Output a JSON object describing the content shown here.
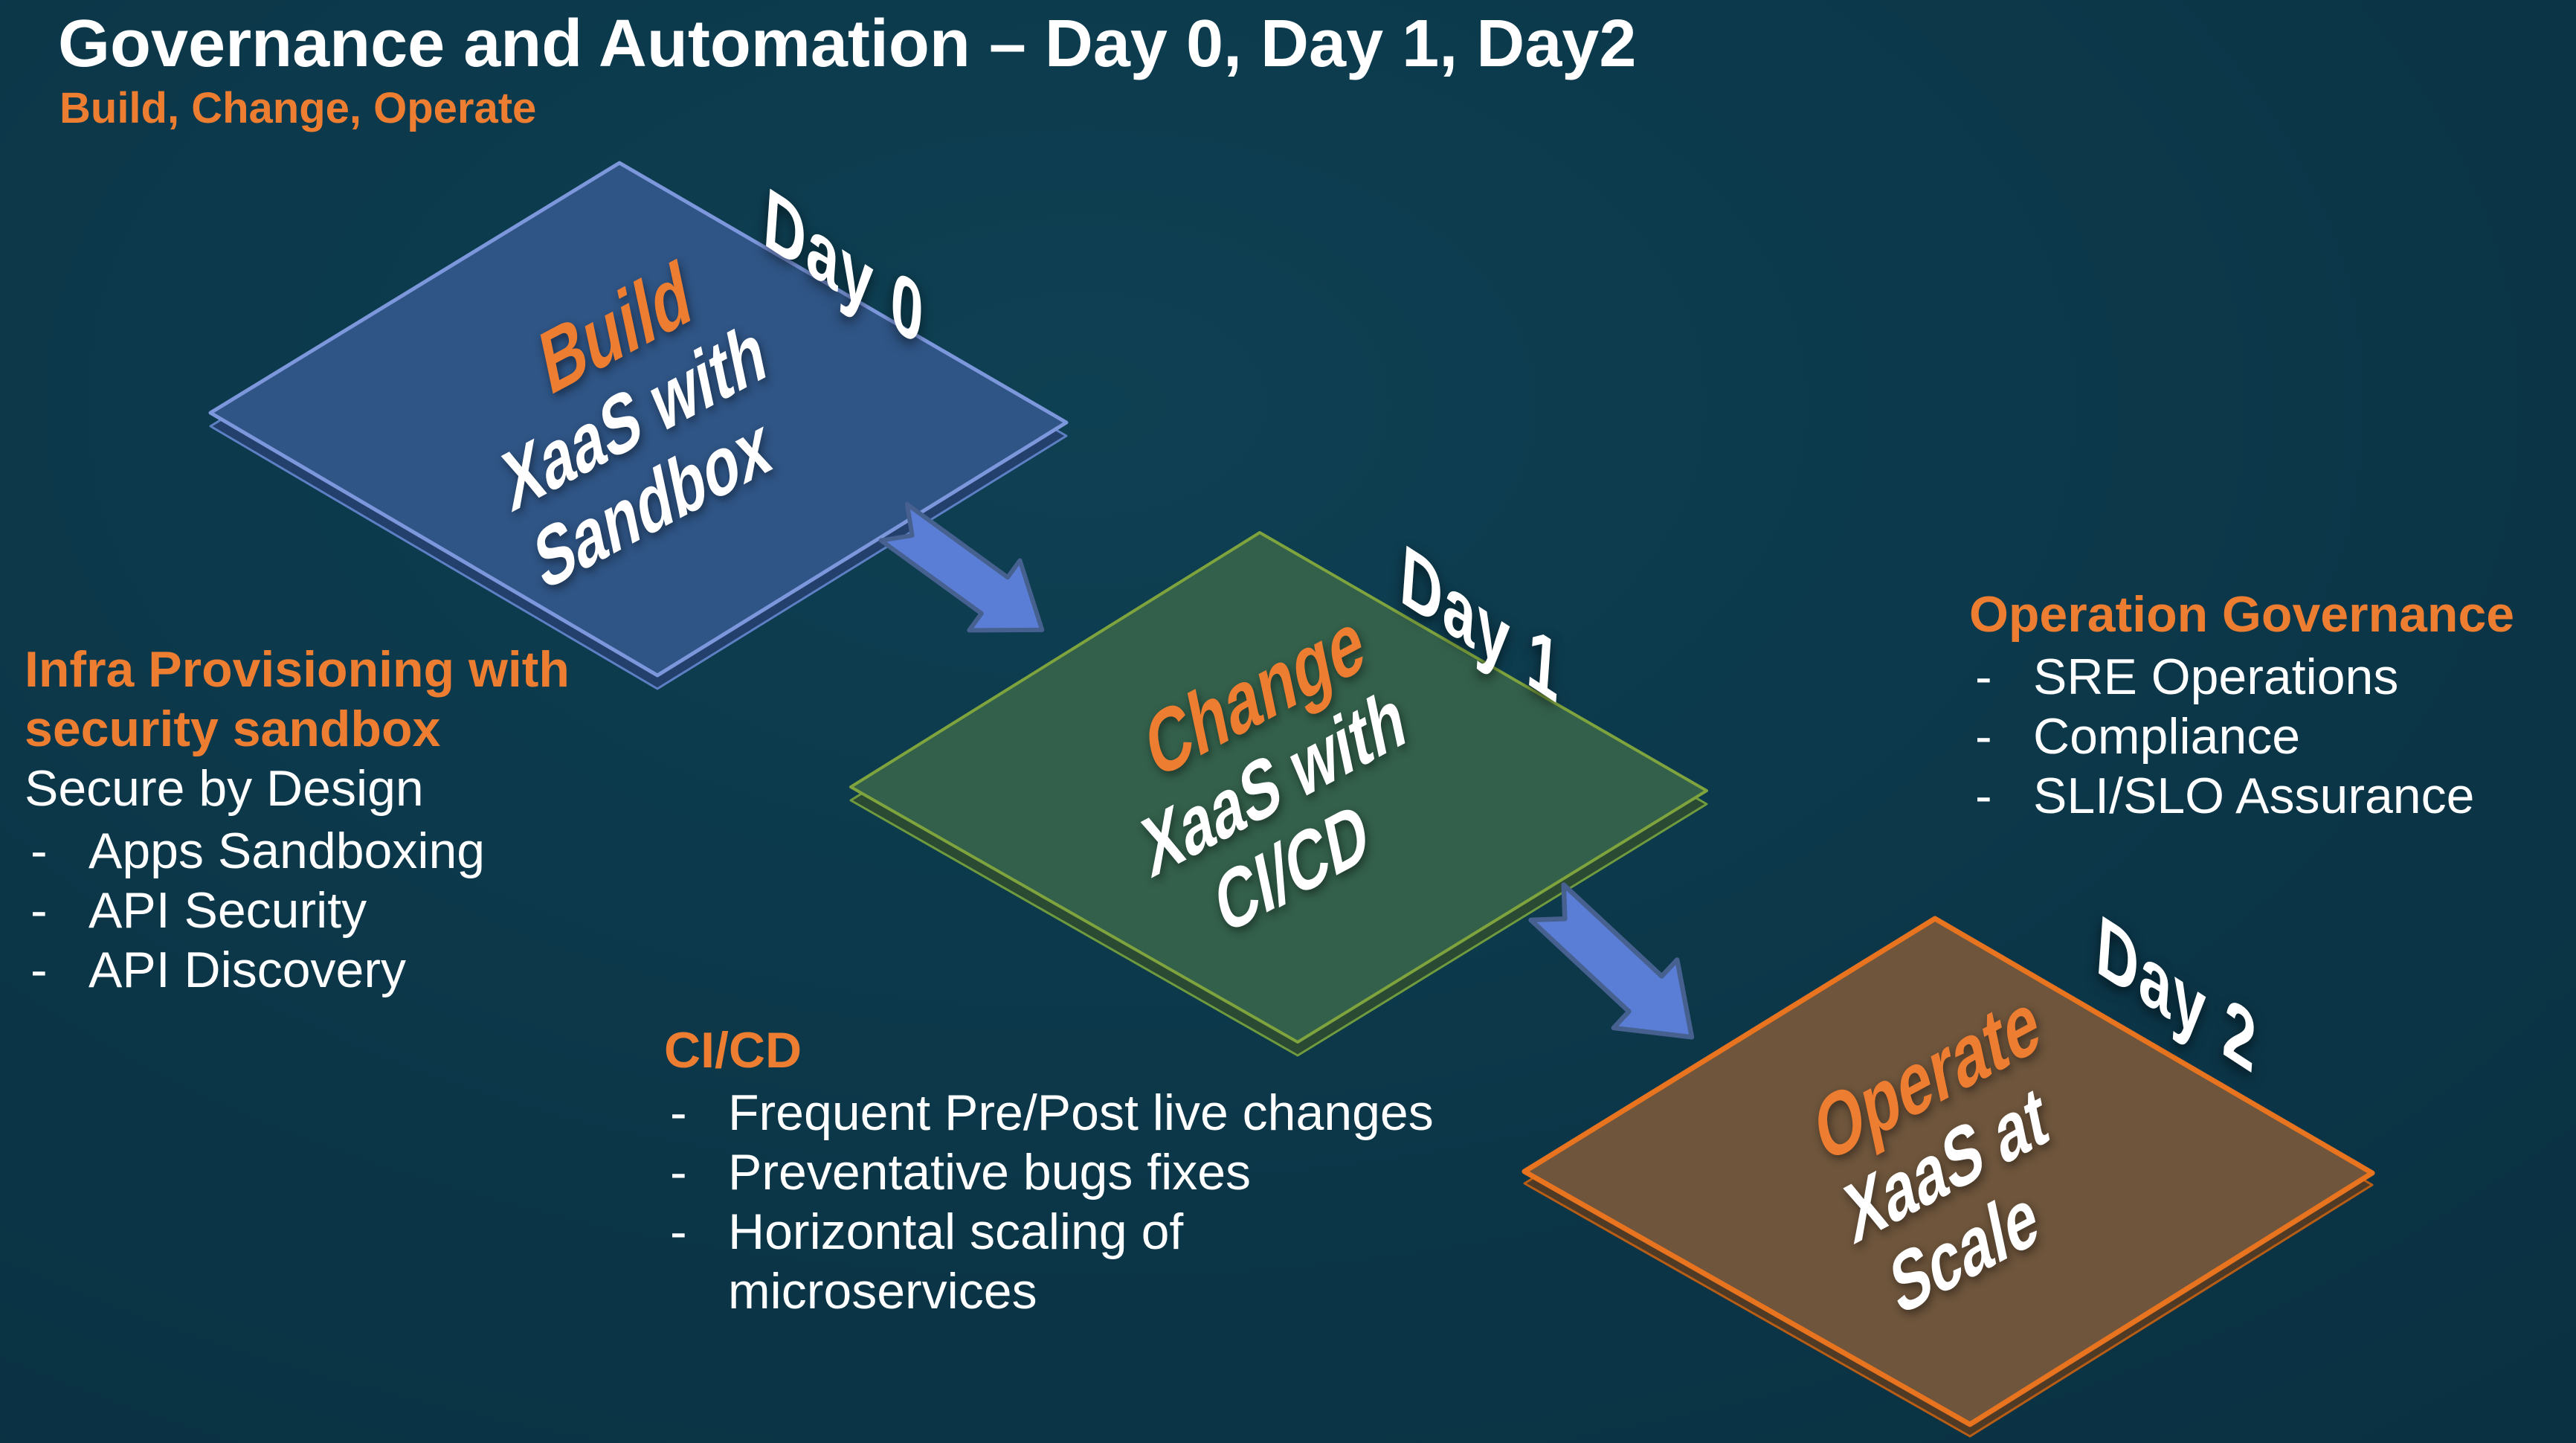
{
  "header": {
    "title": "Governance and Automation – Day 0, Day 1, Day2",
    "subtitle": "Build, Change, Operate"
  },
  "ui": {
    "bullet_char": "-"
  },
  "colors": {
    "accent_orange": "#ED7D31",
    "text_white": "#FFFFFF",
    "background_center": "#0E4053",
    "background_edge": "#092C3C",
    "build_fill": "#2F5586",
    "build_border": "#7C97DC",
    "change_fill": "#33604B",
    "change_border": "#7FA43E",
    "operate_fill": "#6E553C",
    "operate_border": "#E8741F",
    "arrow_fill": "#5A7DD5",
    "arrow_border": "#46618F"
  },
  "diamonds": [
    {
      "id": "build",
      "day_label": "Day 0",
      "keyword": "Build",
      "line1": "XaaS with",
      "line2": "Sandbox"
    },
    {
      "id": "change",
      "day_label": "Day 1",
      "keyword": "Change",
      "line1": "XaaS with",
      "line2": "CI/CD"
    },
    {
      "id": "operate",
      "day_label": "Day 2",
      "keyword": "Operate",
      "line1": "XaaS at",
      "line2": "Scale"
    }
  ],
  "notes": {
    "infra": {
      "heading_lines": [
        "Infra Provisioning with",
        "security sandbox"
      ],
      "intro": "Secure by Design",
      "items": [
        "Apps Sandboxing",
        "API Security",
        "API Discovery"
      ]
    },
    "cicd": {
      "heading": "CI/CD",
      "items": [
        "Frequent Pre/Post live changes",
        "Preventative bugs fixes",
        "Horizontal scaling of microservices"
      ]
    },
    "opgov": {
      "heading": "Operation Governance",
      "items": [
        "SRE Operations",
        "Compliance",
        "SLI/SLO Assurance"
      ]
    }
  }
}
